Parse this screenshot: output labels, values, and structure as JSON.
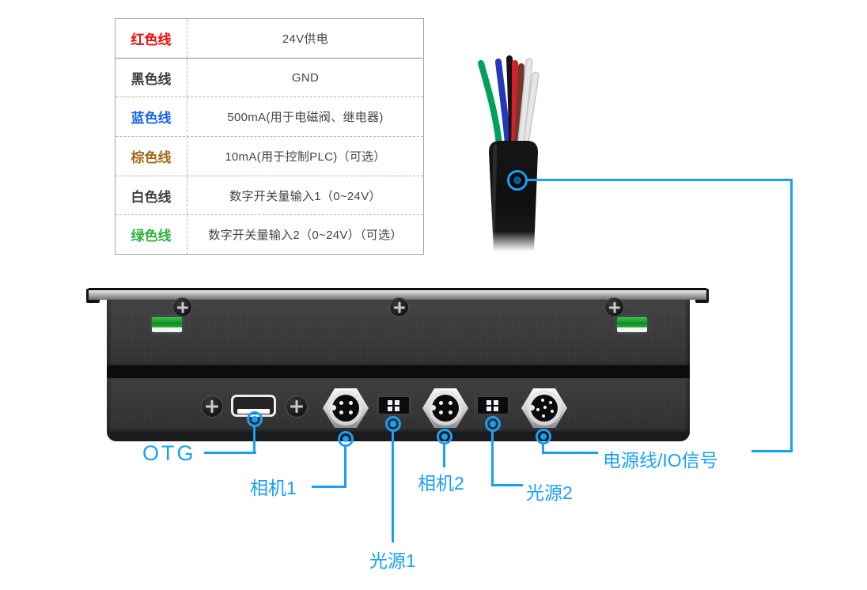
{
  "accent": {
    "blue": "#18a0f5"
  },
  "wire_table": {
    "rows": [
      {
        "wire": "红色线",
        "color": "#f20d0d",
        "desc": "24V供电"
      },
      {
        "wire": "黑色线",
        "color": "#404040",
        "desc": "GND"
      },
      {
        "wire": "蓝色线",
        "color": "#1766e8",
        "desc": "500mA(用于电磁阀、继电器)"
      },
      {
        "wire": "棕色线",
        "color": "#a5691c",
        "desc": "10mA(用于控制PLC)（可选）"
      },
      {
        "wire": "白色线",
        "color": "#404040",
        "desc": "数字开关量输入1（0~24V）"
      },
      {
        "wire": "绿色线",
        "color": "#2eb33c",
        "desc": "数字开关量输入2（0~24V）（可选）"
      }
    ]
  },
  "port_labels": {
    "otg": "OTG",
    "camera1": "相机1",
    "camera2": "相机2",
    "light1": "光源1",
    "light2": "光源2",
    "power_io": "电源线/IO信号"
  },
  "cable": {
    "sheath_color": "#131313",
    "wire_colors": [
      "#00a05e",
      "#2438b8",
      "#141414",
      "#d41f2c",
      "#74382a",
      "#e6e6e6"
    ],
    "white_wire_edge": "#c6c6c6"
  },
  "device_colors": {
    "panel_dark": "#3a3a3c",
    "divider": "#0c0c0c",
    "slot_green": "#1d9c2c"
  }
}
